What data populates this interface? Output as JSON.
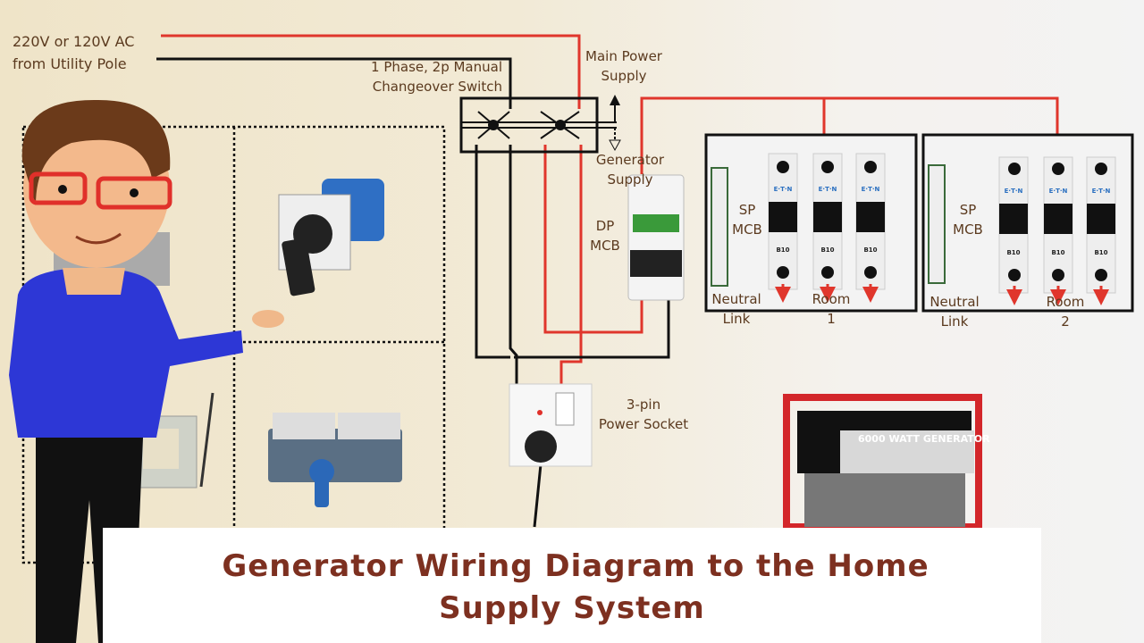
{
  "labels": {
    "source_line1": "220V or 120V AC",
    "source_line2": "from Utility Pole",
    "switch_line1": "1 Phase, 2p Manual",
    "switch_line2": "Changeover Switch",
    "main_line1": "Main Power",
    "main_line2": "Supply",
    "gen_line1": "Generator",
    "gen_line2": "Supply",
    "dp_line1": "DP",
    "dp_line2": "MCB",
    "socket_line1": "3-pin",
    "socket_line2": "Power Socket",
    "generator_brand": "6000 WATT GENERATOR"
  },
  "panels": [
    {
      "sp_line1": "SP",
      "sp_line2": "MCB",
      "neutral_line1": "Neutral",
      "neutral_line2": "Link",
      "room_line1": "Room",
      "room_line2": "1",
      "mcb_brand": "E·T·N",
      "mcb_rating": "B10"
    },
    {
      "sp_line1": "SP",
      "sp_line2": "MCB",
      "neutral_line1": "Neutral",
      "neutral_line2": "Link",
      "room_line1": "Room",
      "room_line2": "2",
      "mcb_brand": "E·T·N",
      "mcb_rating": "B10"
    }
  ],
  "title": {
    "line1": "Generator Wiring Diagram to the Home",
    "line2": "Supply System"
  },
  "colors": {
    "live_wire": "#e0362c",
    "neutral_wire": "#111111",
    "title_text": "#7d3020",
    "label_text": "#5b3a1f"
  }
}
